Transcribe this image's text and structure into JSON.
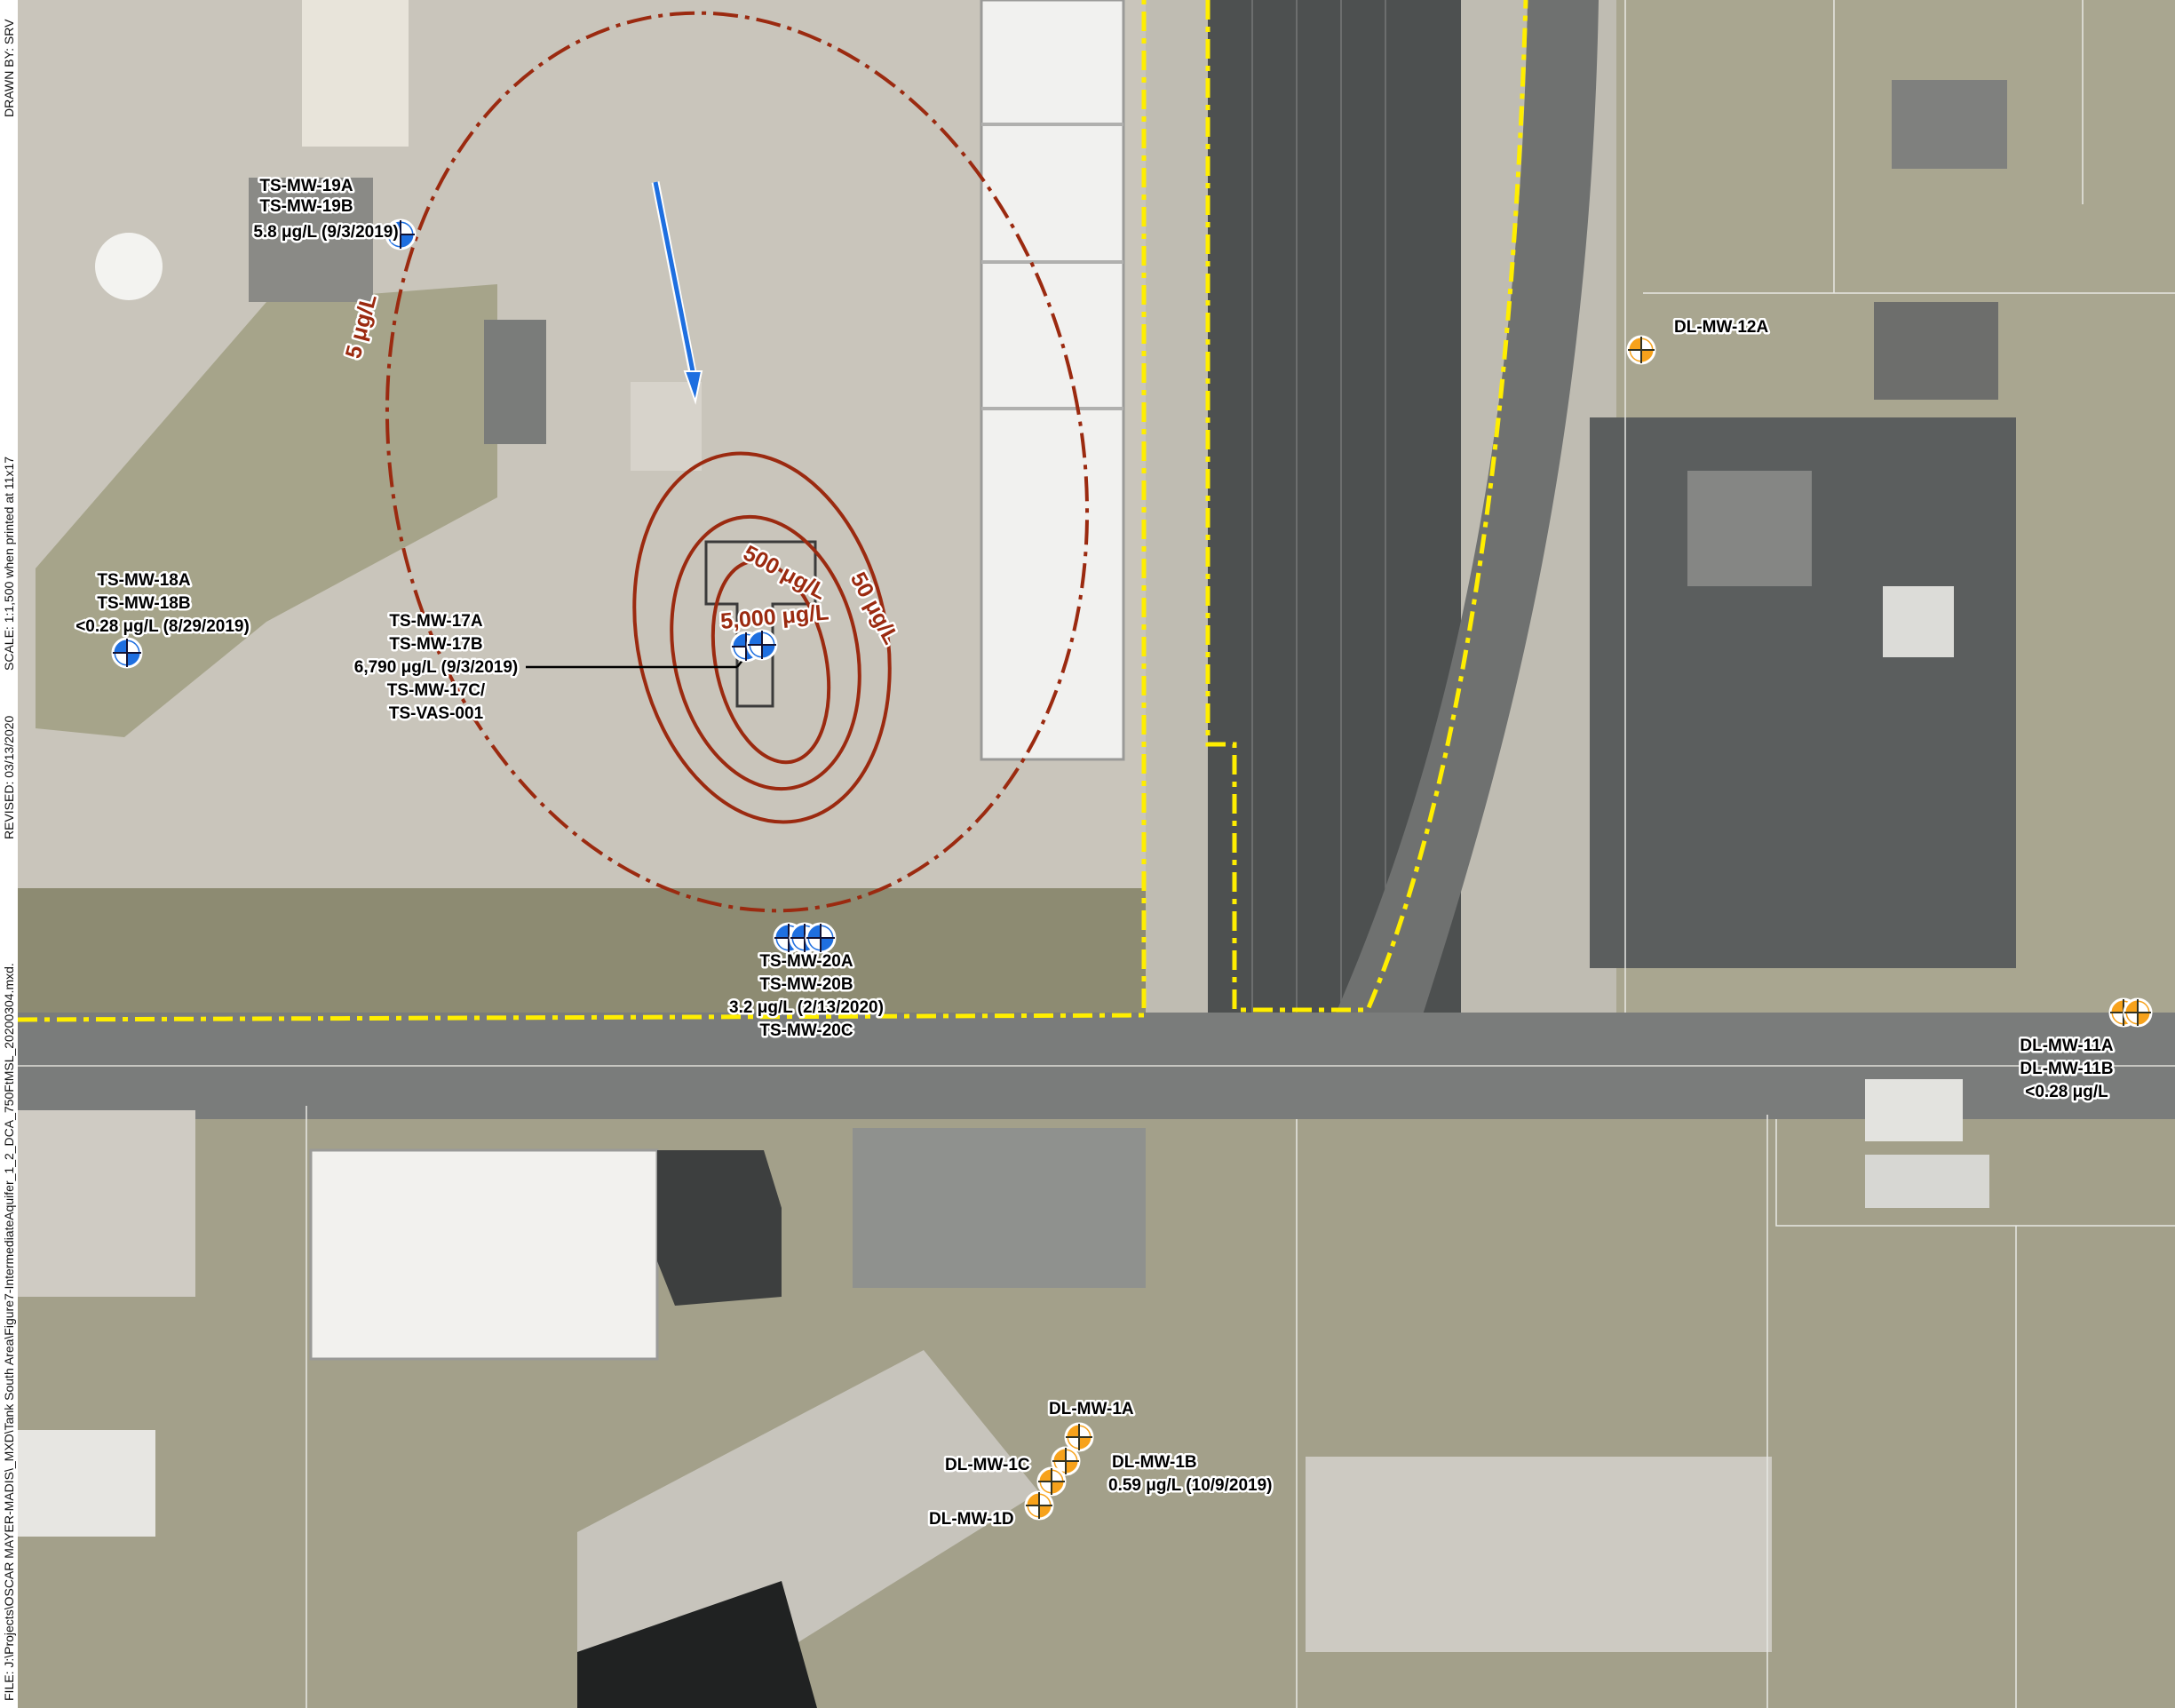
{
  "side_text": {
    "drawn_by": "DRAWN BY: SRV",
    "scale": "SCALE: 1:1,500 when printed at 11x17",
    "revised": "REVISED: 03/13/2020",
    "file": "FILE: J:\\Projects\\OSCAR MAYER-MADIS\\_MXD\\Tank South Area\\Figure7-IntermediateAquifer_1_2_DCA_750FtMSL_20200304.mxd."
  },
  "contours": {
    "c5": "5 μg/L",
    "c50": "50 μg/L",
    "c500": "500 μg/L",
    "c5000": "5,000 μg/L"
  },
  "wells": {
    "ts19": {
      "l1": "TS-MW-19A",
      "l2": "TS-MW-19B",
      "l3": "5.8 μg/L (9/3/2019)"
    },
    "ts18": {
      "l1": "TS-MW-18A",
      "l2": "TS-MW-18B",
      "l3": "<0.28 μg/L (8/29/2019)"
    },
    "ts17": {
      "l1": "TS-MW-17A",
      "l2": "TS-MW-17B",
      "l3": "6,790 μg/L (9/3/2019)",
      "l4": "TS-MW-17C/",
      "l5": "TS-VAS-001"
    },
    "ts20": {
      "l1": "TS-MW-20A",
      "l2": "TS-MW-20B",
      "l3": "3.2 μg/L (2/13/2020)",
      "l4": "TS-MW-20C"
    },
    "dl12": {
      "l1": "DL-MW-12A"
    },
    "dl11": {
      "l1": "DL-MW-11A",
      "l2": "DL-MW-11B",
      "l3": "<0.28 μg/L"
    },
    "dl1": {
      "a": "DL-MW-1A",
      "b": "DL-MW-1B",
      "c": "DL-MW-1C",
      "d": "DL-MW-1D",
      "conc": "0.59 μg/L (10/9/2019)"
    }
  },
  "colors": {
    "contour": "#9b2a10",
    "boundary": "#ffee00",
    "flow_arrow": "#1e6fe0",
    "ts_well": "#1e6fe0",
    "dl_well": "#f7a21b"
  },
  "icons": {
    "ts_well": "monitoring-well-blue-icon",
    "dl_well": "monitoring-well-orange-icon",
    "flow": "groundwater-flow-arrow-icon"
  }
}
